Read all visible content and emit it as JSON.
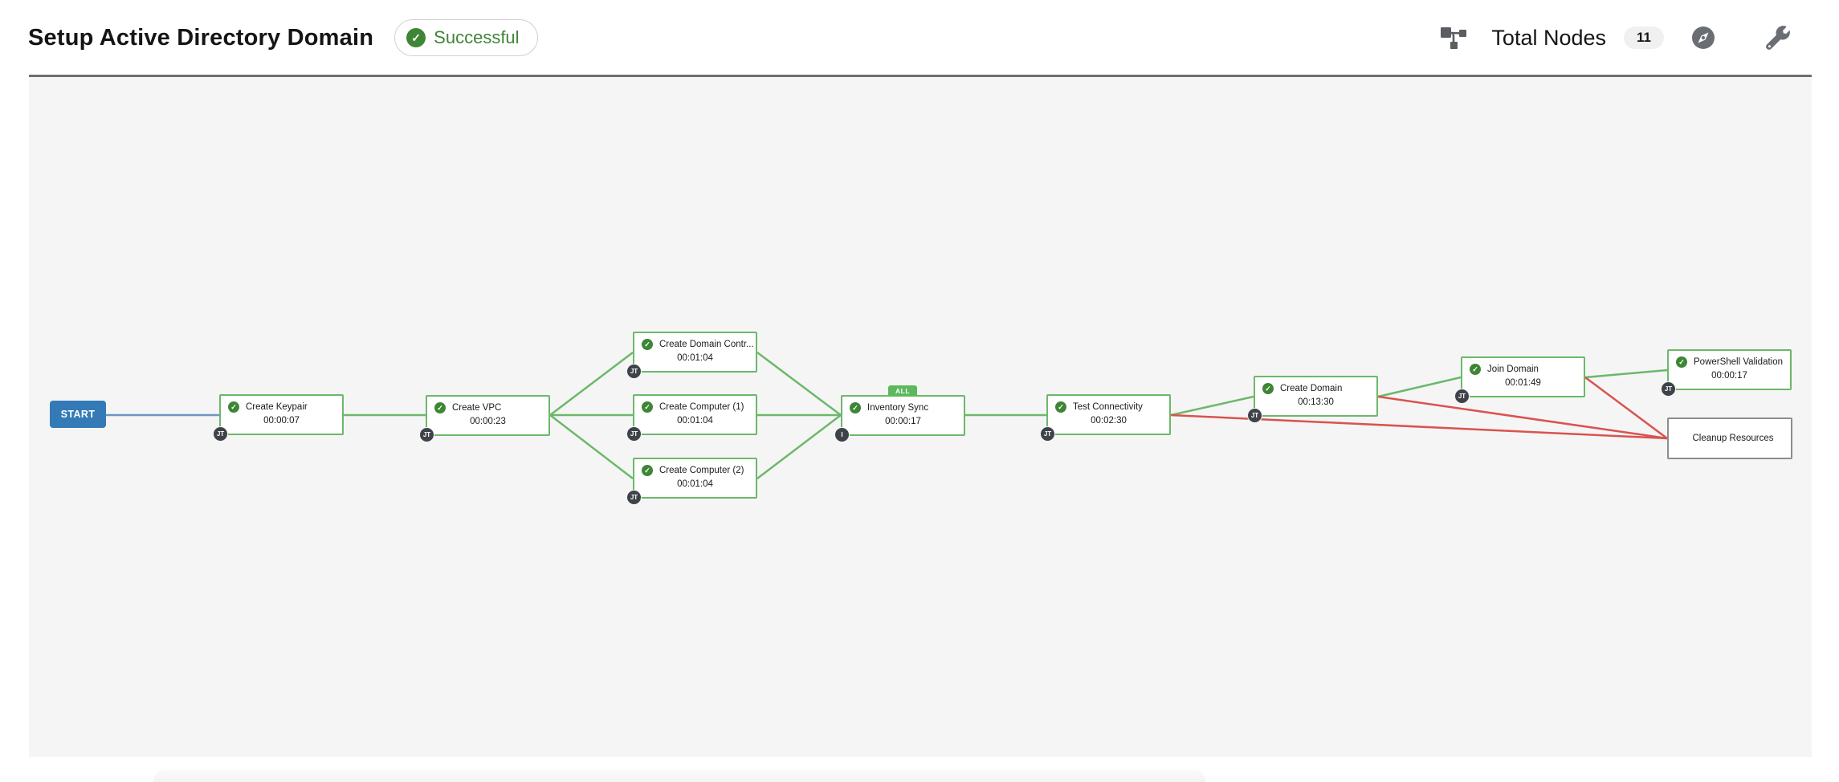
{
  "header": {
    "title": "Setup Active Directory Domain",
    "status_badge": "Successful",
    "total_nodes_label": "Total Nodes",
    "total_nodes_count": "11",
    "icons": [
      "sitemap-icon",
      "compass-icon",
      "wrench-icon"
    ]
  },
  "colors": {
    "success_green": "#3e8635",
    "node_border_green": "#6cb86a",
    "link_green": "#6cb86a",
    "link_red": "#d9534f",
    "link_blue": "#6e96c4",
    "start_blue": "#337ab7",
    "canvas_bg": "#f5f5f5",
    "badge_dark": "#3f4349"
  },
  "diagram": {
    "start_label": "START",
    "all_badge": "ALL",
    "check_glyph": "✓",
    "nodes": [
      {
        "label": "Create Keypair",
        "elapsed": "00:00:07",
        "type_badge": "JT",
        "status": "successful"
      },
      {
        "label": "Create VPC",
        "elapsed": "00:00:23",
        "type_badge": "JT",
        "status": "successful"
      },
      {
        "label": "Create Domain Contr...",
        "elapsed": "00:01:04",
        "type_badge": "JT",
        "status": "successful"
      },
      {
        "label": "Create Computer (1)",
        "elapsed": "00:01:04",
        "type_badge": "JT",
        "status": "successful"
      },
      {
        "label": "Create Computer (2)",
        "elapsed": "00:01:04",
        "type_badge": "JT",
        "status": "successful"
      },
      {
        "label": "Inventory Sync",
        "elapsed": "00:00:17",
        "type_badge": "I",
        "status": "successful",
        "convergence": "ALL"
      },
      {
        "label": "Test Connectivity",
        "elapsed": "00:02:30",
        "type_badge": "JT",
        "status": "successful"
      },
      {
        "label": "Create Domain",
        "elapsed": "00:13:30",
        "type_badge": "JT",
        "status": "successful"
      },
      {
        "label": "Join Domain",
        "elapsed": "00:01:49",
        "type_badge": "JT",
        "status": "successful"
      },
      {
        "label": "PowerShell Validation",
        "elapsed": "00:00:17",
        "type_badge": "JT",
        "status": "successful"
      },
      {
        "label": "Cleanup Resources",
        "status": "pending"
      }
    ]
  }
}
